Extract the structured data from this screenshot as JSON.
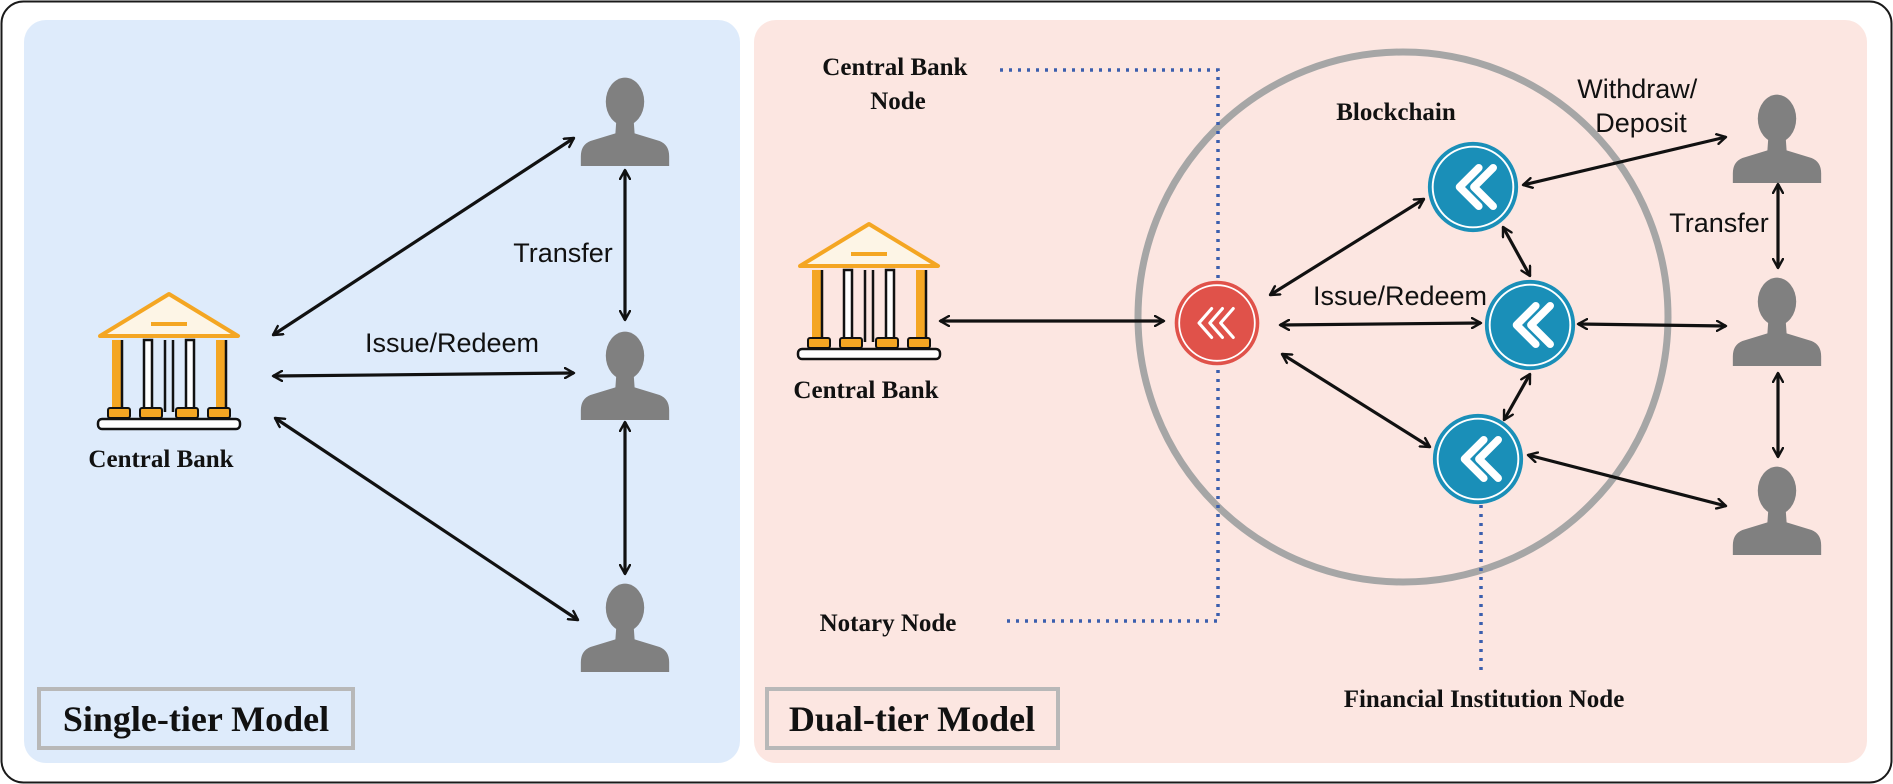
{
  "colors": {
    "single_panel_bg": "#deebfb",
    "dual_panel_bg": "#fce6e1",
    "user_gray": "#808080",
    "arrow_black": "#111111",
    "bank_orange": "#f4a623",
    "blockchain_node_blue": "#1a8fb8",
    "central_bank_node_red": "#e0524a",
    "ring_gray": "#a6a6a6",
    "dotted_line_blue": "#3b5fae"
  },
  "single_tier": {
    "model_label": "Single-tier Model",
    "central_bank_label": "Central Bank",
    "issue_redeem_label": "Issue/Redeem",
    "transfer_label": "Transfer"
  },
  "dual_tier": {
    "model_label": "Dual-tier Model",
    "central_bank_label": "Central Bank",
    "central_bank_node_label": [
      "Central Bank",
      "Node"
    ],
    "notary_node_label": "Notary Node",
    "blockchain_label": "Blockchain",
    "issue_redeem_label": "Issue/Redeem",
    "withdraw_deposit_label": [
      "Withdraw/",
      "Deposit"
    ],
    "transfer_label": "Transfer",
    "financial_institution_node_label": "Financial Institution Node"
  }
}
